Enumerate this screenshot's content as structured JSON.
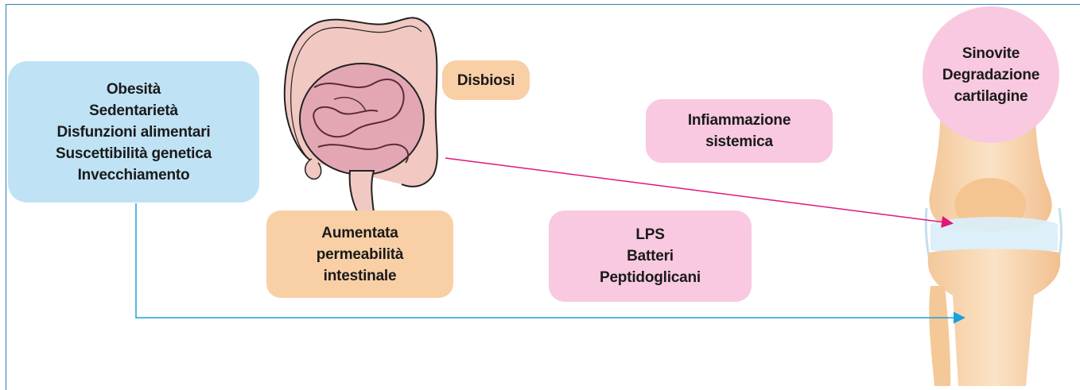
{
  "risk_factors": [
    "Obesità",
    "Sedentarietà",
    "Disfunzioni alimentari",
    "Suscettibilità genetica",
    "Invecchiamento"
  ],
  "dysbiosis": "Disbiosi",
  "permeability": [
    "Aumentata",
    "permeabilità",
    "intestinale"
  ],
  "inflammation": [
    "Infiammazione",
    "sistemica"
  ],
  "microbial_products": [
    "LPS",
    "Batteri",
    "Peptidoglicani"
  ],
  "joint_effects": [
    "Sinovite",
    "Degradazione",
    "cartilagine"
  ],
  "colors": {
    "blue_box": "#bfe3f5",
    "orange_box": "#f9cfa6",
    "pink_box": "#f8c9e0",
    "blue_arrow": "#1aa0dc",
    "pink_arrow": "#e0167a",
    "frame": "#2f7fb0"
  },
  "icons": [
    "intestine-illustration",
    "knee-joint-illustration"
  ]
}
